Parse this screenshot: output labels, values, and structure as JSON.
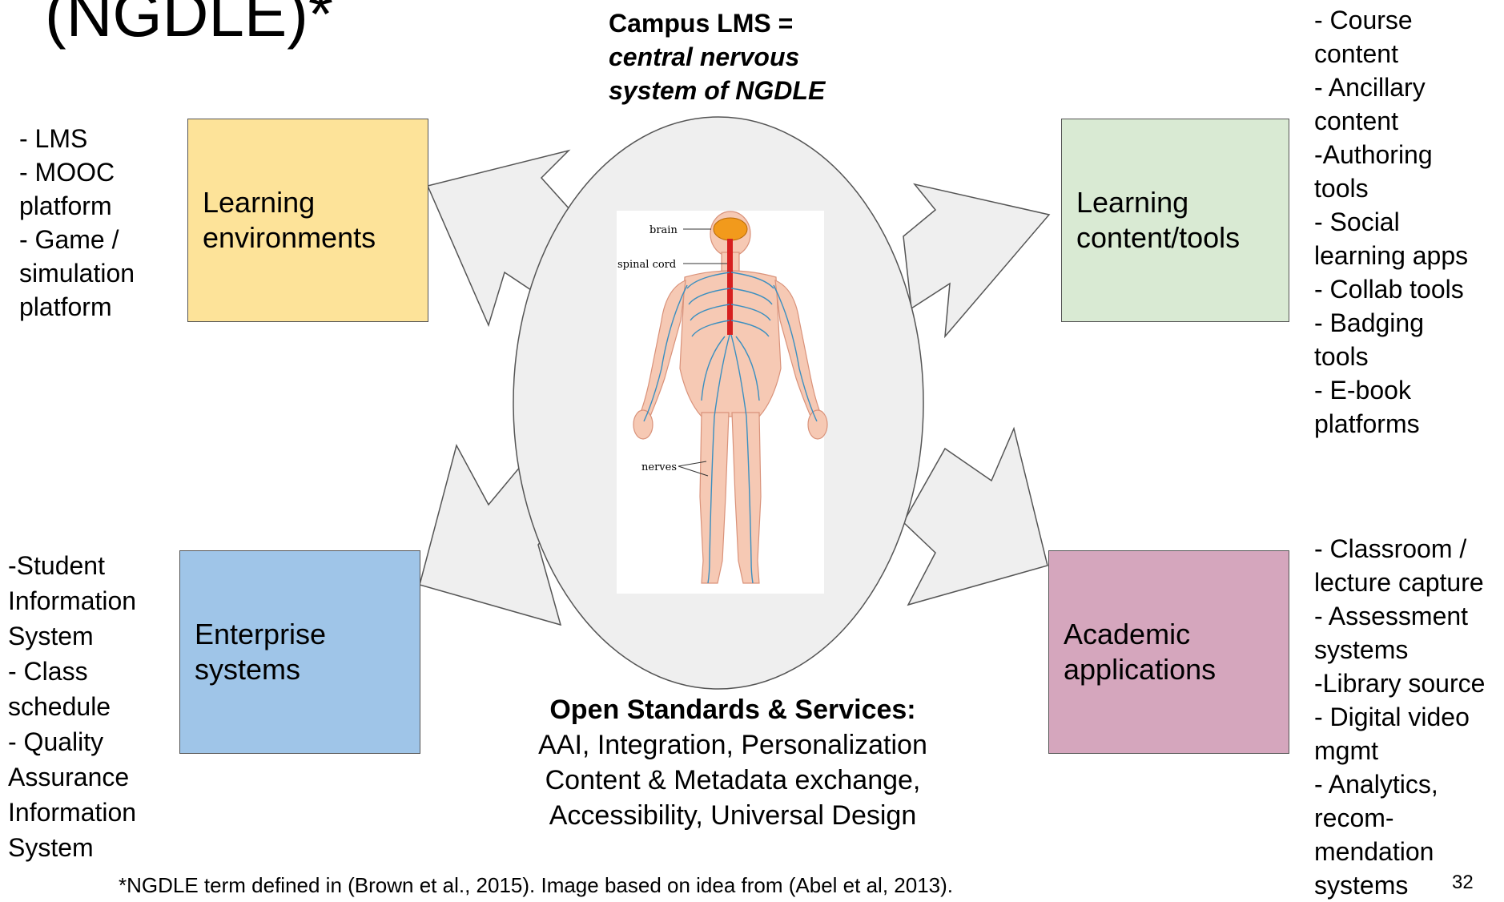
{
  "title_fragment": "(NGDLE)*",
  "center": {
    "title_line1": "Campus LMS =",
    "title_line2": "central nervous",
    "title_line3": "system of NGDLE",
    "illustration": {
      "label_brain": "brain",
      "label_spinal_cord": "spinal cord",
      "label_nerves": "nerves"
    }
  },
  "boxes": {
    "learning_environments": {
      "line1": "Learning",
      "line2": "environments",
      "color": "#fde399"
    },
    "learning_content_tools": {
      "line1": "Learning",
      "line2": "content/tools",
      "color": "#d9ead3"
    },
    "enterprise_systems": {
      "line1": "Enterprise",
      "line2": "systems",
      "color": "#9fc5e8"
    },
    "academic_applications": {
      "line1": "Academic",
      "line2": "applications",
      "color": "#d5a6bd"
    }
  },
  "lists": {
    "learning_environments": [
      "- LMS",
      "- MOOC",
      "platform",
      "- Game /",
      "simulation",
      "platform"
    ],
    "learning_content_tools": [
      "- Course",
      "content",
      "- Ancillary",
      "content",
      "-Authoring",
      "tools",
      "- Social",
      "learning apps",
      "- Collab tools",
      "- Badging",
      "tools",
      "- E-book",
      "platforms"
    ],
    "enterprise_systems": [
      "-Student",
      "Information",
      "System",
      "- Class",
      "schedule",
      "- Quality",
      "Assurance",
      "Information",
      "System"
    ],
    "academic_applications": [
      "- Classroom /",
      "lecture capture",
      "- Assessment",
      "systems",
      "-Library source",
      "- Digital video",
      "mgmt",
      "- Analytics,",
      "recom-",
      "mendation",
      "systems"
    ]
  },
  "open_standards": {
    "heading": "Open Standards & Services:",
    "line1": "AAI, Integration, Personalization",
    "line2": "Content & Metadata exchange,",
    "line3": "Accessibility, Universal Design"
  },
  "footnote": "*NGDLE term defined in (Brown et al., 2015). Image based on idea from (Abel et al, 2013).",
  "page_number": "32",
  "colors": {
    "ellipse_fill": "#efefef",
    "arrow_fill": "#efefef",
    "outline": "#555555",
    "body_fill": "#f6c9b4",
    "nerve": "#3a8fc0",
    "spine": "#d62020",
    "brain": "#f29a1c"
  }
}
